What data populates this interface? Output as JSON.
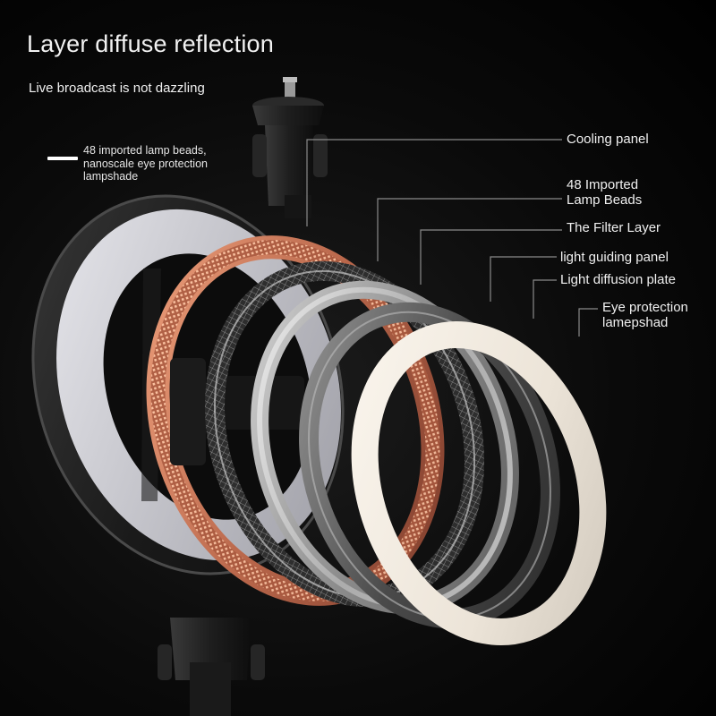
{
  "header": {
    "title": "Layer diffuse reflection",
    "subtitle": "Live broadcast is not dazzling"
  },
  "side_note": {
    "lines": [
      "48 imported lamp beads,",
      "nanoscale eye protection",
      "lampshade"
    ]
  },
  "callouts": {
    "cooling_panel": {
      "lines": [
        "Cooling panel"
      ]
    },
    "lamp_beads": {
      "lines": [
        "48 Imported",
        "Lamp Beads"
      ]
    },
    "filter_layer": {
      "lines": [
        "The Filter Layer"
      ]
    },
    "light_guiding_panel": {
      "lines": [
        "light guiding panel"
      ]
    },
    "light_diffusion_plate": {
      "lines": [
        "Light diffusion plate"
      ]
    },
    "eye_protection": {
      "lines": [
        "Eye protection",
        "lamepshad"
      ]
    }
  },
  "colors": {
    "background": "#050505",
    "text": "#f0f0f0",
    "leader_line": "#8a8a8a",
    "lamp_bead_glow": "#e08a62",
    "diffuser_white": "#f1ebe1"
  }
}
